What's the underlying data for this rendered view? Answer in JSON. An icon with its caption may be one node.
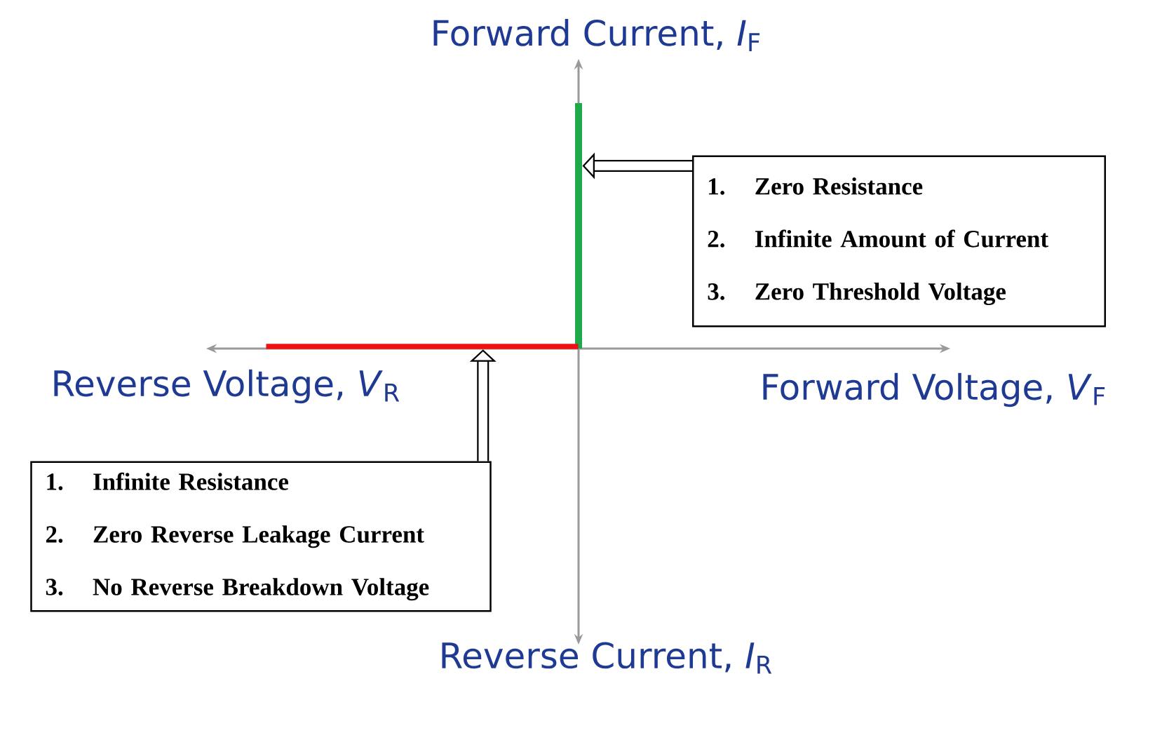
{
  "diagram": {
    "nodes": [
      {
        "text": [],
        "shape": "bar"
      },
      {
        "text": [
          "1.",
          "Zero Resistance",
          "2.",
          "Infinite Amount of Current",
          "3.",
          "Zero Threshold Voltage"
        ]
      },
      {
        "text": [],
        "shape": "bar"
      },
      {
        "text": [
          "1.",
          "Infinite Resistance",
          "2.",
          "Zero Reverse Leakage Current",
          "3.",
          "No Reverse Breakdown Voltage"
        ]
      }
    ],
    "edges": [
      {
        "from": 1,
        "to": 0,
        "arrow": "to"
      },
      {
        "from": 3,
        "to": 2,
        "arrow": "to"
      }
    ],
    "labels": [
      "Forward Current, *I*$_{F}$",
      "Reverse Voltage, *V*$_{R}$",
      "Forward Voltage, *V*$_{F}$",
      "Reverse Current, *I*$_{R}$"
    ]
  }
}
